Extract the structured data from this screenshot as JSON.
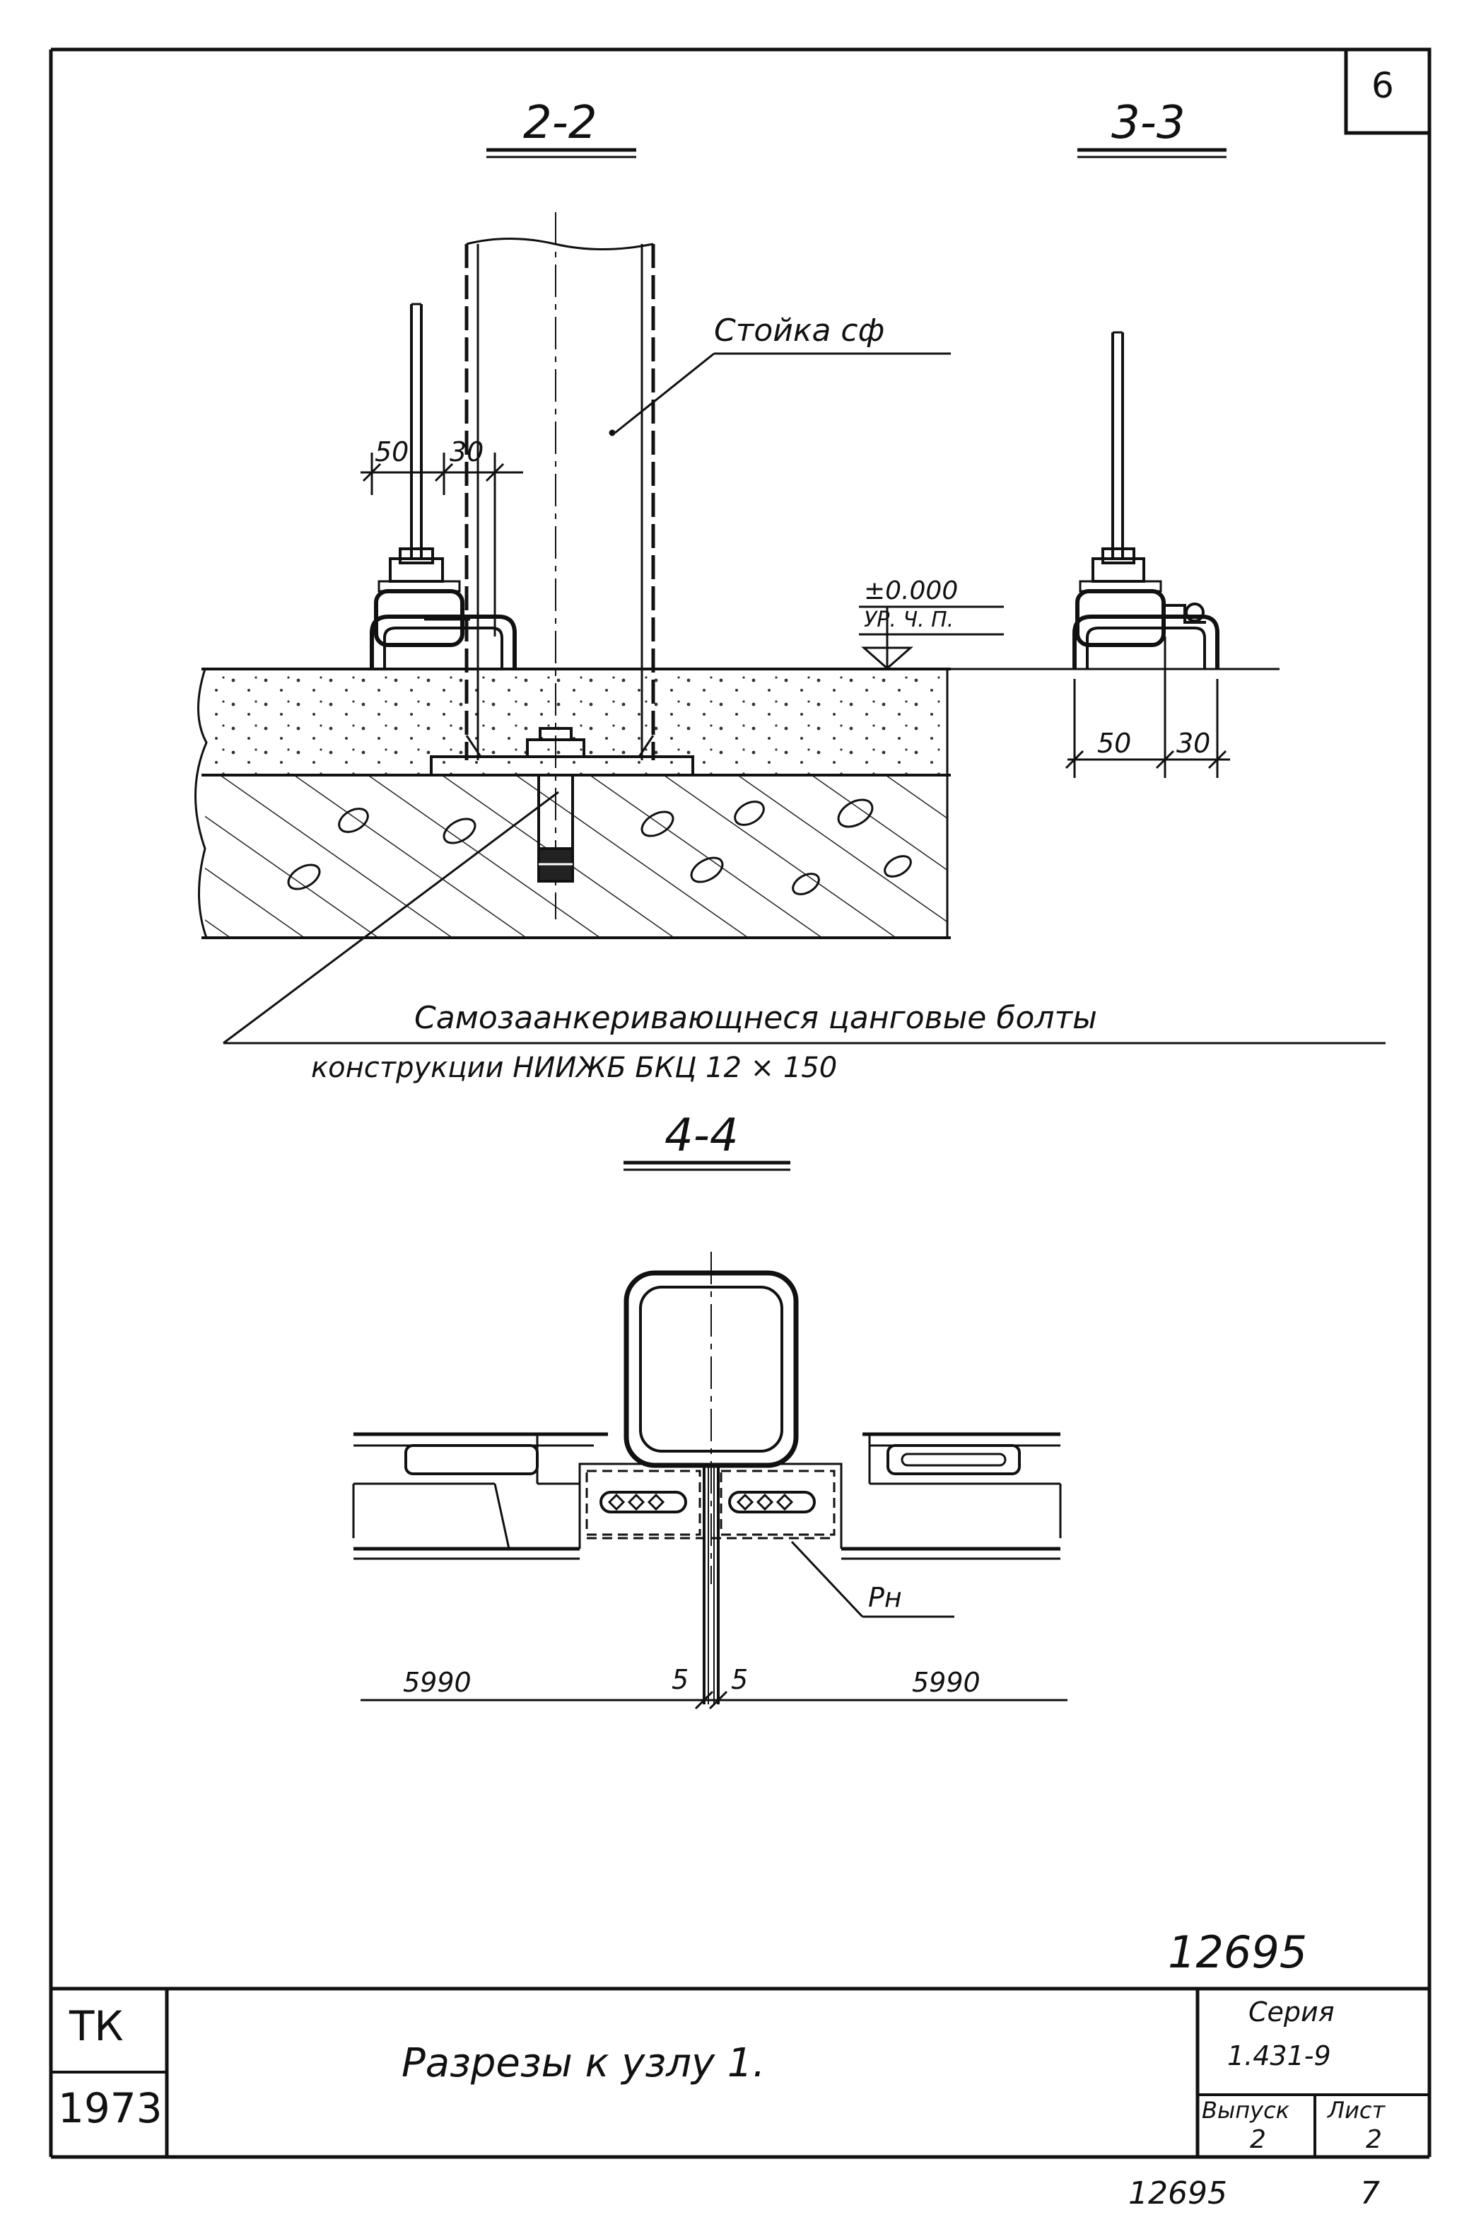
{
  "sheet_number": "6",
  "sections": {
    "s22": "2-2",
    "s33": "3-3",
    "s44": "4-4"
  },
  "labels": {
    "post": "Стойка сф",
    "level_mark": "±0.000",
    "level_name": "УР. Ч. П.",
    "rn": "Рн",
    "bolt_line1": "Самозаанкеривающнеся цанговые болты",
    "bolt_line2": "конструкции НИИЖБ БКЦ 12 × 150"
  },
  "dims": {
    "d50_a": "50",
    "d30_a": "30",
    "d50_b": "50",
    "d30_b": "30",
    "d5990_l": "5990",
    "d5_l": "5",
    "d5_r": "5",
    "d5990_r": "5990"
  },
  "stamp": {
    "doc_number": "12695",
    "org": "ТК",
    "year": "1973",
    "title": "Разрезы к узлу 1.",
    "series_label": "Серия",
    "series_value": "1.431-9",
    "issue_label": "Выпуск",
    "issue_value": "2",
    "sheet_label": "Лист",
    "sheet_value": "2",
    "bottom_number": "12695",
    "bottom_page": "7"
  }
}
